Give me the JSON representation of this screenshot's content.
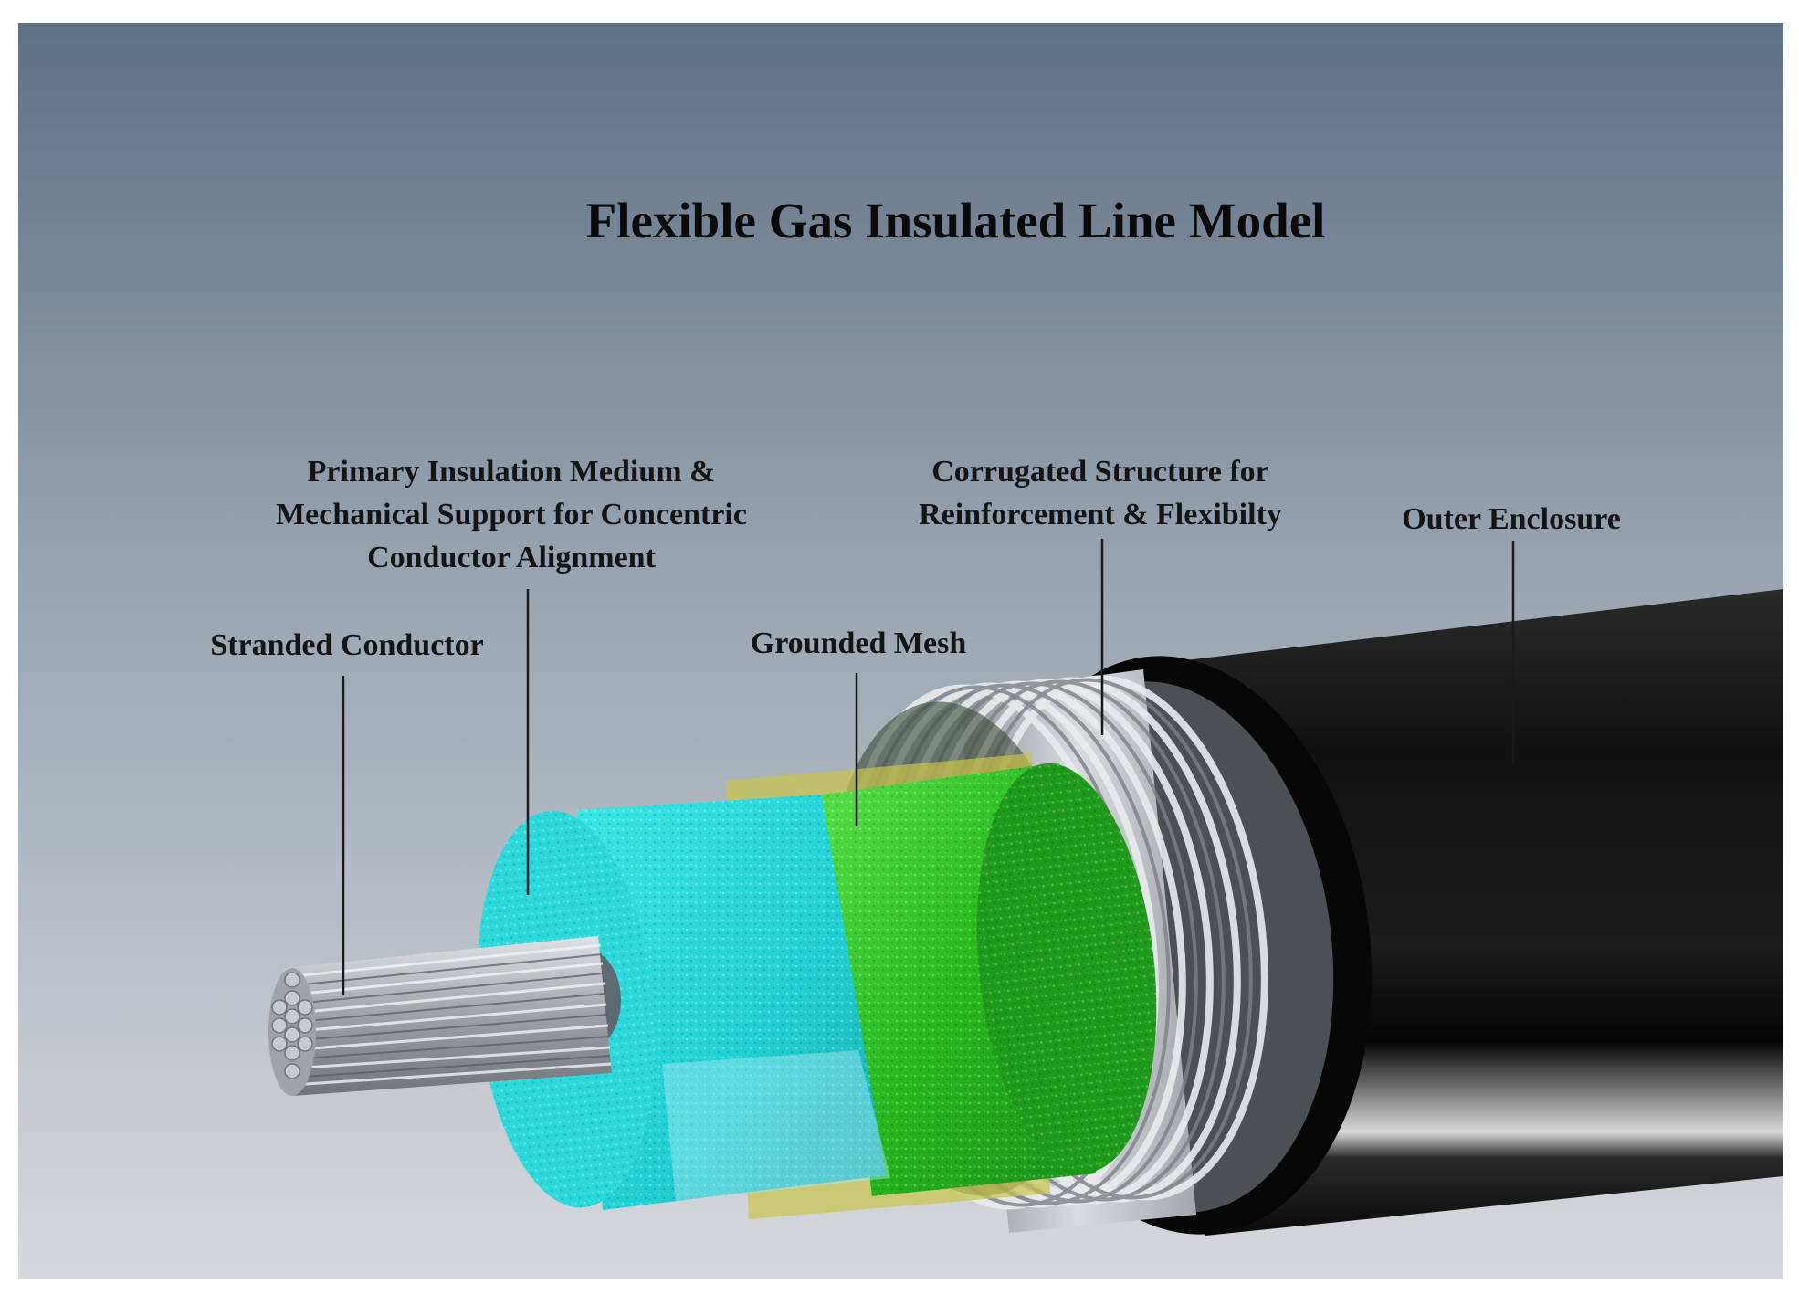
{
  "title": "Flexible Gas Insulated Line Model",
  "labels": {
    "stranded_conductor": "Stranded Conductor",
    "primary_insulation": "Primary Insulation Medium &\nMechanical Support for Concentric\nConductor Alignment",
    "grounded_mesh": "Grounded Mesh",
    "corrugated_structure": "Corrugated Structure for\nReinforcement & Flexibilty",
    "outer_enclosure": "Outer Enclosure"
  },
  "colors": {
    "background_top": "#5f7185",
    "background_bottom": "#d4d6da",
    "conductor": "#a9adb2",
    "insulation": "#23d3d6",
    "mesh": "#2fc22a",
    "yellow_layer": "#c9c44a",
    "corrugated": "#b9bdc1",
    "enclosure": "#0e0e0e"
  }
}
